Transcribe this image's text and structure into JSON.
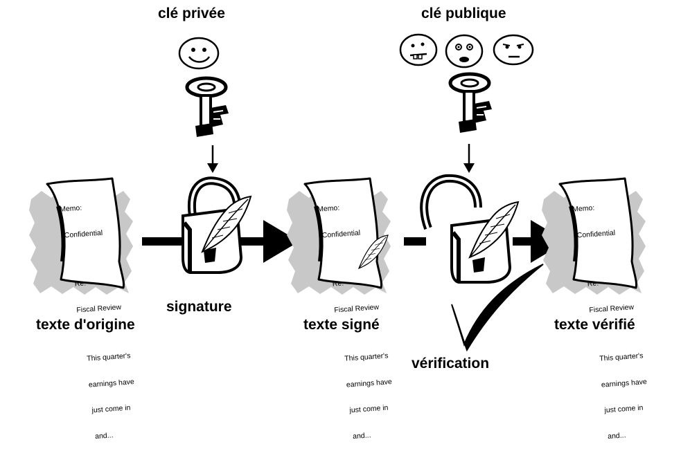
{
  "labels": {
    "private_key": "clé privée",
    "public_key": "clé publique",
    "signature": "signature",
    "verification": "vérification",
    "original_text": "texte d'origine",
    "signed_text": "texte signé",
    "verified_text": "texte vérifié"
  },
  "memo": {
    "line1": "Memo:",
    "line2": "Confidential",
    "line3": "Re:",
    "line4": "Fiscal Review",
    "line5": "This quarter's",
    "line6": "earnings have",
    "line7": "just come in",
    "line8": "and..."
  },
  "colors": {
    "ink": "#000000",
    "paper": "#ffffff",
    "shadow": "#c8c8c8"
  }
}
